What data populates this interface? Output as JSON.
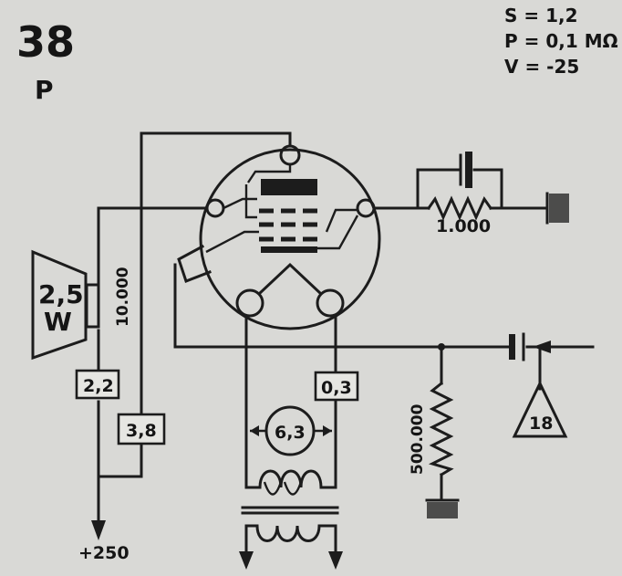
{
  "header": {
    "number": "38",
    "letter": "P"
  },
  "params": {
    "s": "S = 1,2",
    "p": "P = 0,1 MΩ",
    "v": "V = -25"
  },
  "speaker": {
    "power": "2,5",
    "unit": "W",
    "load": "10.000"
  },
  "labels": {
    "r_primary": "2,2",
    "r_screen": "3,8",
    "heater_current": "0,3",
    "heater_voltage": "6,3",
    "cathode_res": "1.000",
    "grid_res": "500.000",
    "input_stage": "18",
    "supply": "+250"
  }
}
